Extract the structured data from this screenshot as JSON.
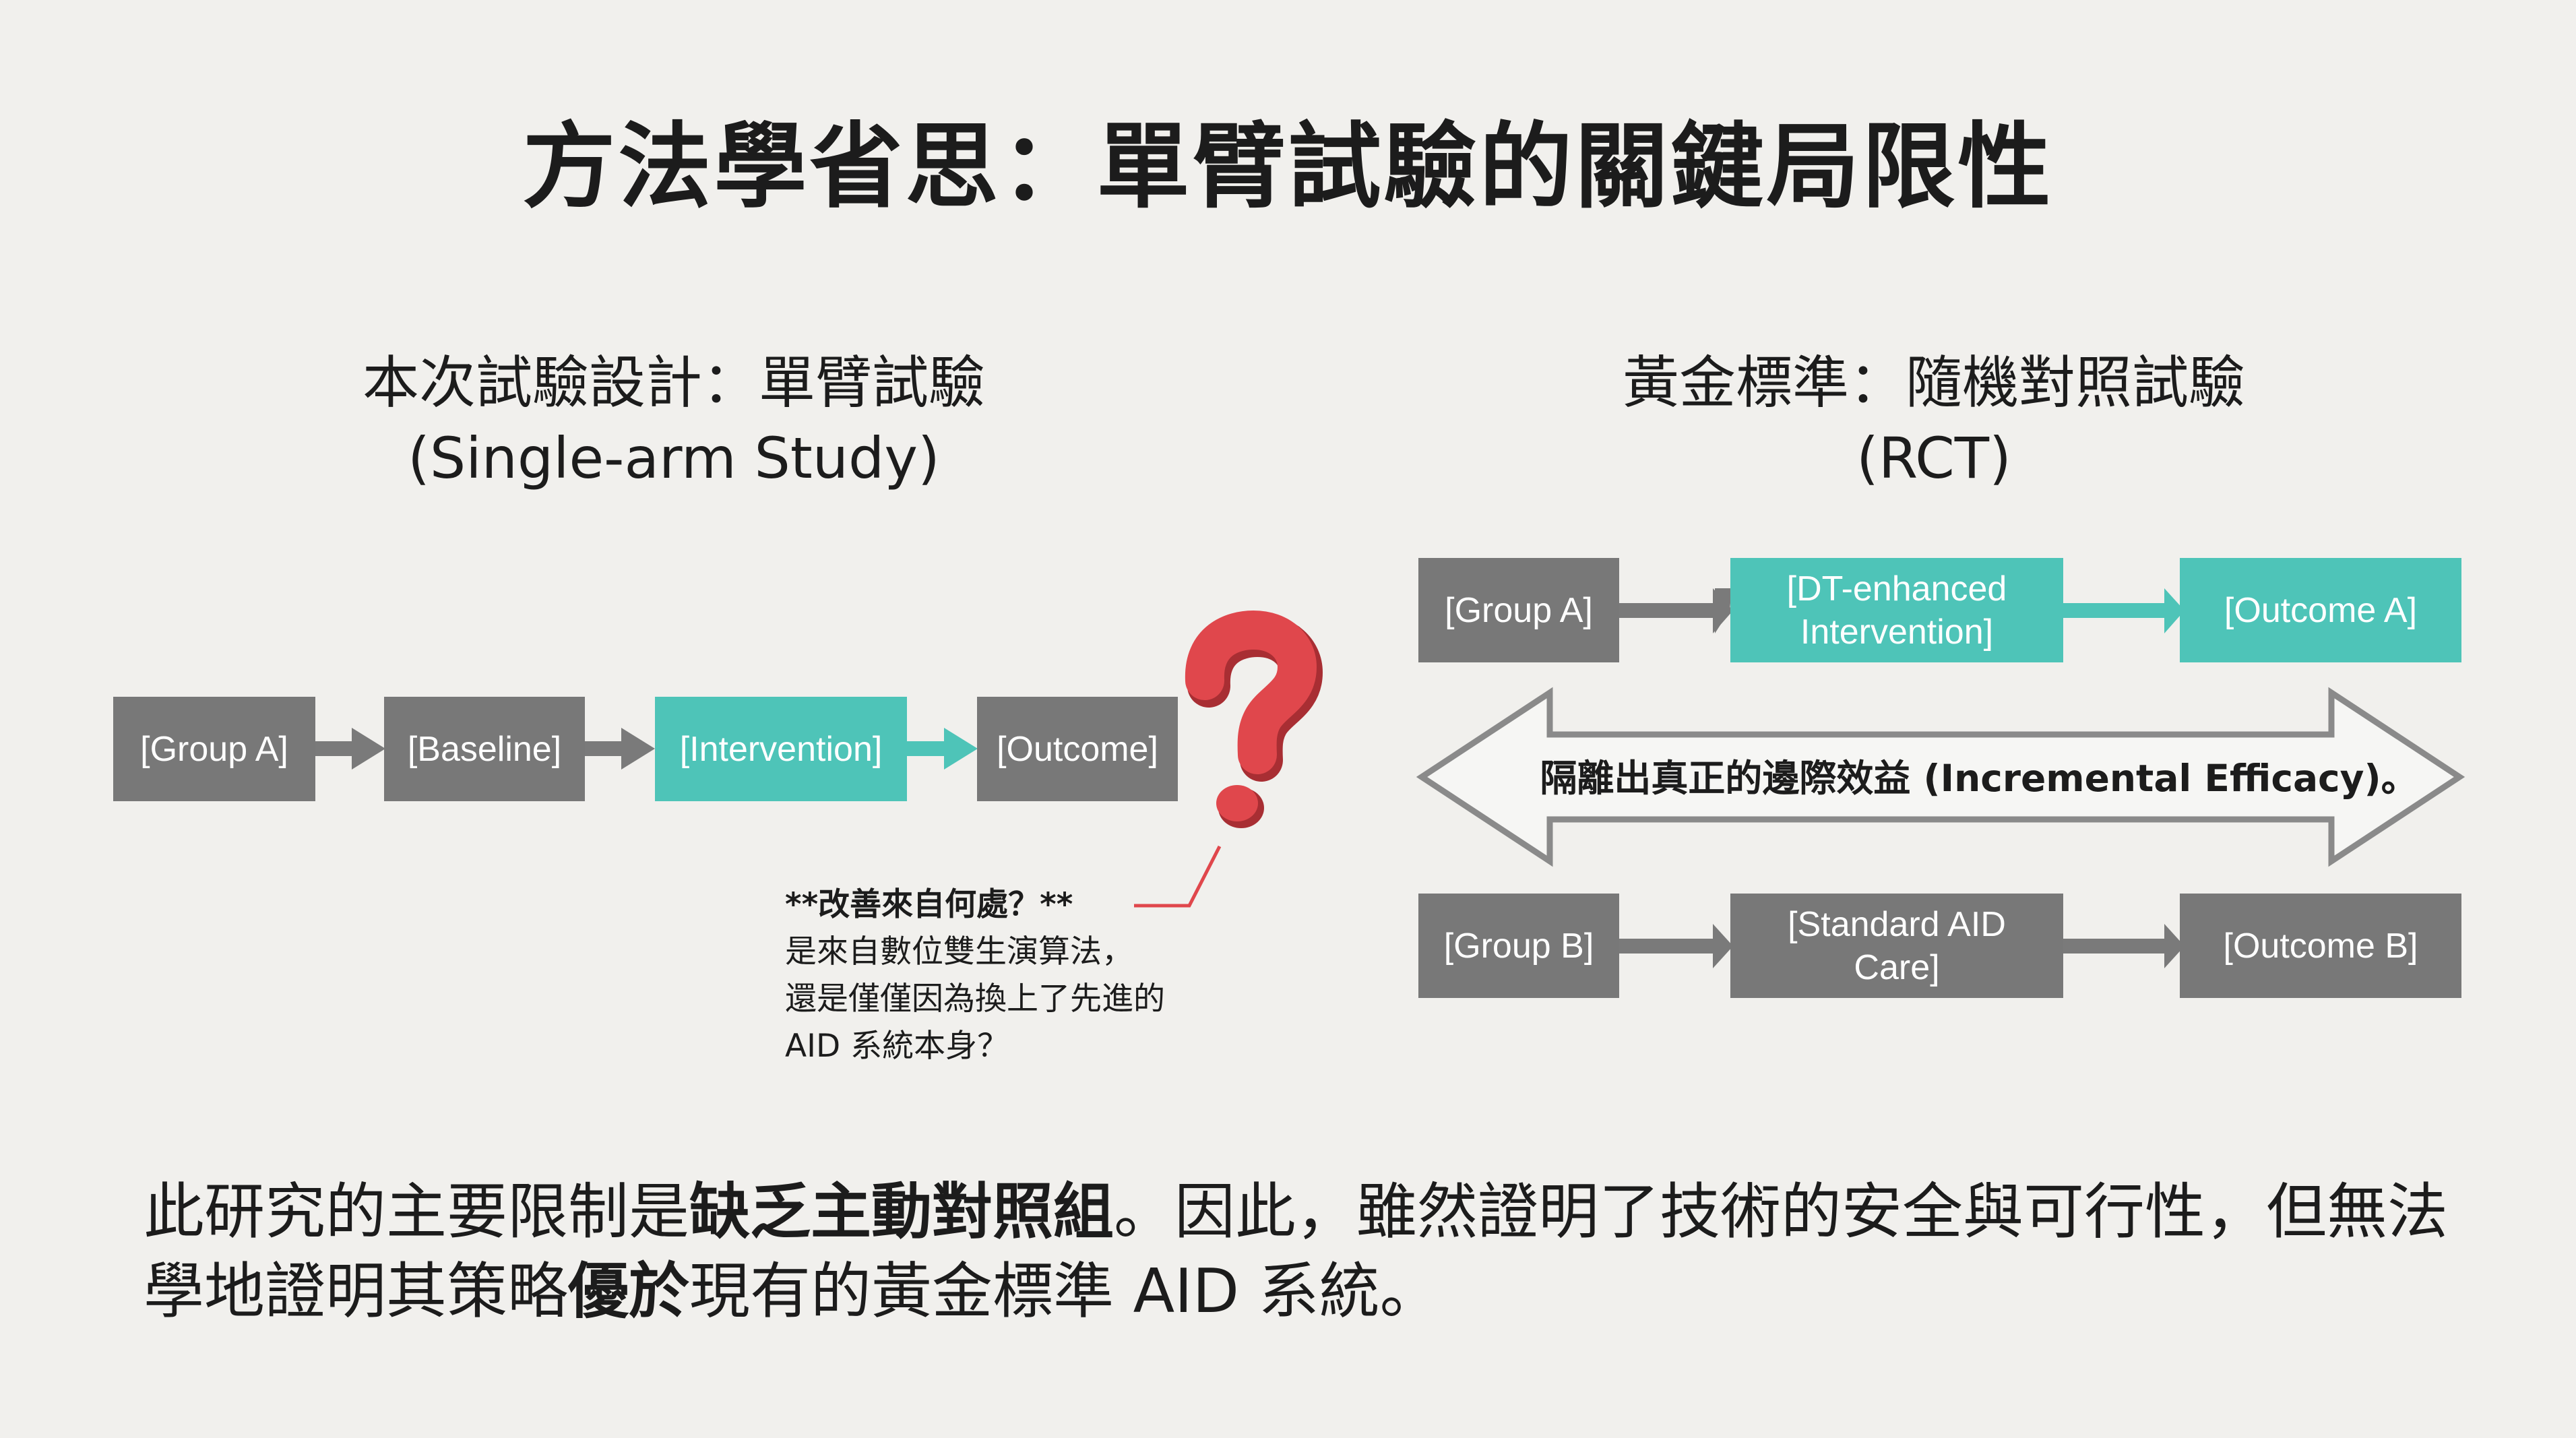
{
  "title": "方法學省思：單臂試驗的關鍵局限性",
  "left_panel": {
    "heading_line1": "本次試驗設計：單臂試驗",
    "heading_line2": "(Single-arm Study)",
    "flow": {
      "group": "[Group A]",
      "baseline": "[Baseline]",
      "intervention": "[Intervention]",
      "outcome": "[Outcome]"
    },
    "question_mark": "?",
    "note": {
      "title": "**改善來自何處？**",
      "line1": "是來自數位雙生演算法，",
      "line2": "還是僅僅因為換上了先進的",
      "line3": "AID 系統本身？"
    }
  },
  "right_panel": {
    "heading_line1": "黃金標準：隨機對照試驗",
    "heading_line2": "(RCT)",
    "flow_a": {
      "group": "[Group A]",
      "intervention_line1": "[DT-enhanced",
      "intervention_line2": "Intervention]",
      "outcome": "[Outcome A]"
    },
    "double_arrow_label": "隔離出真正的邊際效益 (Incremental Efficacy)。",
    "flow_b": {
      "group": "[Group B]",
      "care_line1": "[Standard AID",
      "care_line2": "Care]",
      "outcome": "[Outcome B]"
    }
  },
  "conclusion": {
    "part1": "此研究的主要限制是",
    "bold1": "缺乏主動對照組",
    "part2": "。因此，雖然證明了技術的安全與可行性，但無法學地證明其策略",
    "bold2": "優於",
    "part3": "現有的黃金標準 AID 系統。"
  },
  "colors": {
    "background": "#f1f0ed",
    "gray_box": "#787878",
    "teal_box": "#4ec4b8",
    "arrow_gray": "#7a7a7a",
    "question_red": "#e0474c"
  },
  "icons": {
    "question": "question-mark-icon",
    "arrow": "right-arrow-icon",
    "double_arrow": "double-arrow-icon"
  }
}
